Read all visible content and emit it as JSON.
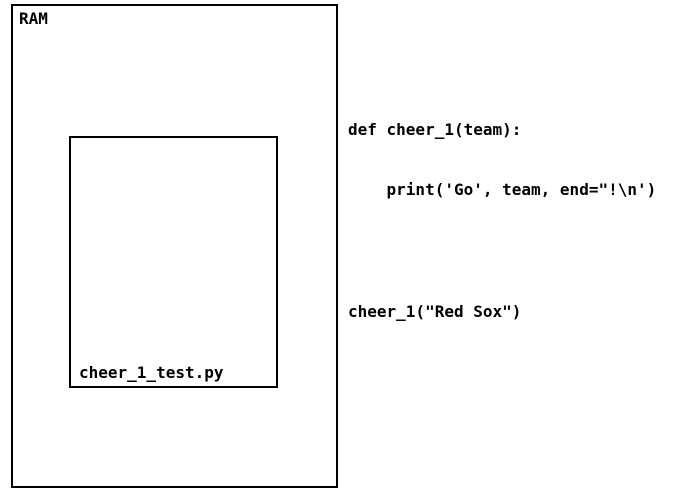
{
  "ram": {
    "label": "RAM"
  },
  "file": {
    "label": "cheer_1_test.py"
  },
  "code": {
    "lines": [
      "def cheer_1(team):",
      "    print('Go', team, end=\"!\\n')",
      "cheer_1(\"Red Sox\")"
    ]
  }
}
